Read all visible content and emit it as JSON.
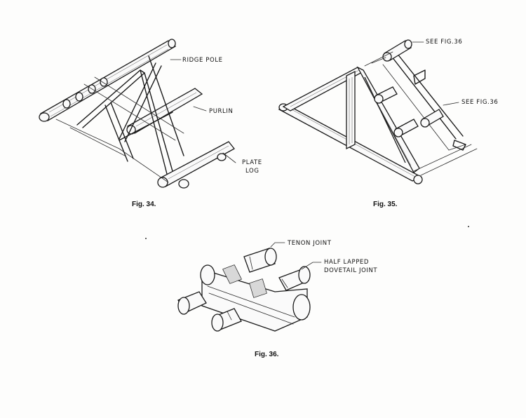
{
  "figures": [
    {
      "caption": "Fig. 34.",
      "labels": {
        "ridge_pole": "RIDGE POLE",
        "purlin": "PURLIN",
        "plate_log_1": "PLATE",
        "plate_log_2": "LOG"
      }
    },
    {
      "caption": "Fig. 35.",
      "labels": {
        "see_top": "SEE FIG.36",
        "see_mid": "SEE FIG.36"
      }
    },
    {
      "caption": "Fig. 36.",
      "labels": {
        "tenon": "TENON JOINT",
        "dovetail_1": "HALF LAPPED",
        "dovetail_2": "DOVETAIL JOINT"
      }
    }
  ]
}
